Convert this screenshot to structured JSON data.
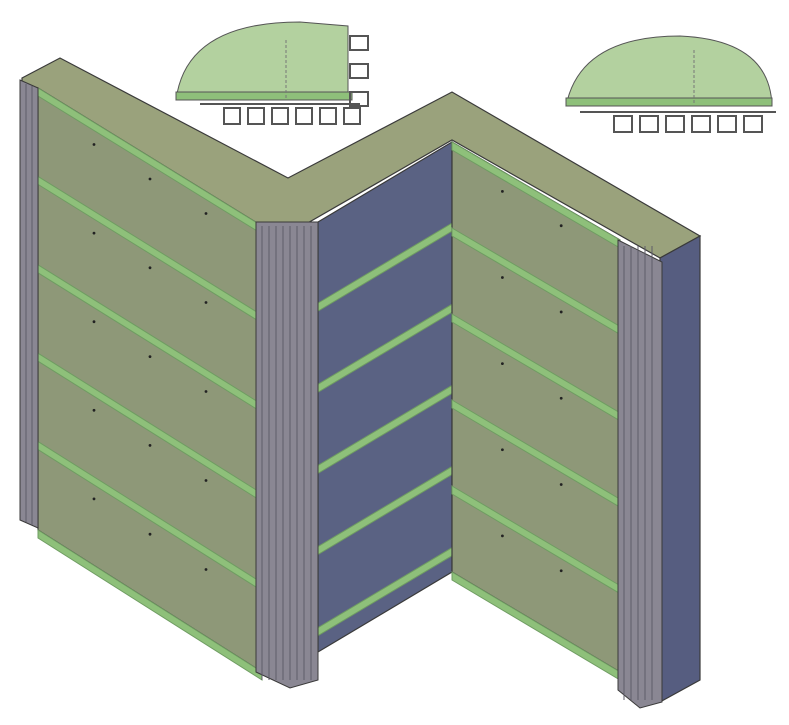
{
  "colors": {
    "background": "#ffffff",
    "panel_face": "#8e9878",
    "panel_face_light": "#98a282",
    "top_cap": "#9aa27c",
    "rail_green": "#8ec07a",
    "rail_green_dark": "#6f9c62",
    "inner_wall_blue": "#5a6283",
    "outer_wall_blue": "#565d80",
    "post_grey": "#8a8793",
    "post_grey_dark": "#5f5c68",
    "outline": "#3a3a3a",
    "profile_fill": "#a6c98e",
    "profile_line": "#555555"
  },
  "left_wing": {
    "panel_count": 5,
    "rail_count": 6
  },
  "right_wing": {
    "panel_count": 5,
    "rail_count": 6
  },
  "inner_blue_wall": {
    "rail_count": 5
  },
  "detail_insets": [
    {
      "name": "corner-profile-detail",
      "fastener_boxes": 6
    },
    {
      "name": "end-profile-detail",
      "fastener_boxes": 6
    }
  ],
  "icons": {
    "post": "vertical-fluted-post-icon",
    "fastener": "screw-dot-icon"
  }
}
